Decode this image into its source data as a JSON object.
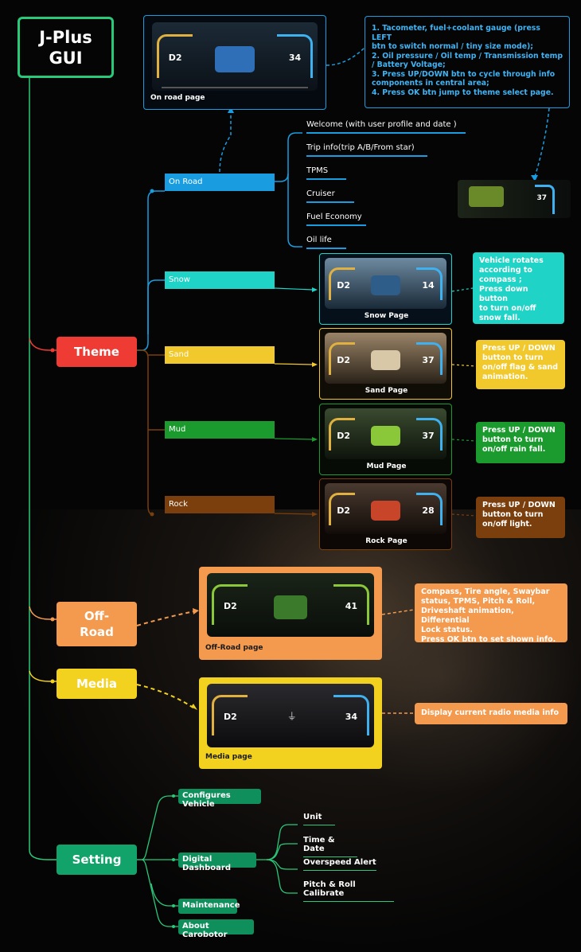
{
  "title": "J-Plus\nGUI",
  "colors": {
    "green": "#29c97a",
    "blue": "#1a9de0",
    "cyan": "#1fd3c6",
    "sand": "#f2c92c",
    "mud": "#1b9b2e",
    "rock": "#7a3f0c",
    "red": "#ee3b33",
    "orange": "#f39a4f",
    "yellow": "#f2d21e",
    "setting": "#12a36a"
  },
  "categories": {
    "theme": "Theme",
    "offroad": "Off-\nRoad",
    "media": "Media",
    "setting": "Setting"
  },
  "themes": {
    "onroad": "On Road",
    "snow": "Snow",
    "sand": "Sand",
    "mud": "Mud",
    "rock": "Rock"
  },
  "onroad_items": [
    "Welcome (with user profile and date )",
    "Trip info(trip A/B/From star)",
    "TPMS",
    "Cruiser",
    "Fuel Economy",
    "Oil life"
  ],
  "pages": {
    "onroad": {
      "caption": "On road page",
      "left": "D2",
      "right": "34"
    },
    "snow": {
      "caption": "Snow Page",
      "left": "D2",
      "right": "14"
    },
    "sand": {
      "caption": "Sand Page",
      "left": "D2",
      "right": "37"
    },
    "mud": {
      "caption": "Mud Page",
      "left": "D2",
      "right": "37"
    },
    "rock": {
      "caption": "Rock Page",
      "left": "D2",
      "right": "28"
    },
    "offroad": {
      "caption": "Off-Road page",
      "left": "D2",
      "right": "41"
    },
    "media": {
      "caption": "Media page",
      "left": "D2",
      "right": "34"
    },
    "thumb": {
      "right": "37"
    }
  },
  "notes": {
    "onroad": "1. Tacometer, fuel+coolant gauge (press LEFT\n    btn to switch normal / tiny size mode);\n2. Oil pressure / Oil temp / Transmission temp\n    / Battery Voltage;\n3. Press UP/DOWN btn to cycle through info\n    components in central area;\n4. Press OK btn jump to theme select page.",
    "snow": "Vehicle rotates\naccording to\ncompass ;\nPress down button\nto turn on/off\nsnow fall.",
    "sand": "Press UP / DOWN\nbutton to turn\non/off flag & sand\nanimation.",
    "mud": "Press UP / DOWN\nbutton to turn\non/off rain fall.",
    "rock": "Press UP / DOWN\nbutton to turn\non/off light.",
    "offroad": "Compass, Tire angle, Swaybar\nstatus, TPMS, Pitch & Roll,\nDriveshaft animation, Differential\nLock status.\nPress OK btn to set shown info.",
    "media": "Display current radio media info"
  },
  "setting_items": [
    "Configures Vehicle",
    "Digital Dashboard",
    "Maintenance",
    "About Carobotor"
  ],
  "dashboard_items": [
    "Unit",
    "Time & Date",
    "Overspeed Alert",
    "Pitch & Roll Calibrate"
  ]
}
